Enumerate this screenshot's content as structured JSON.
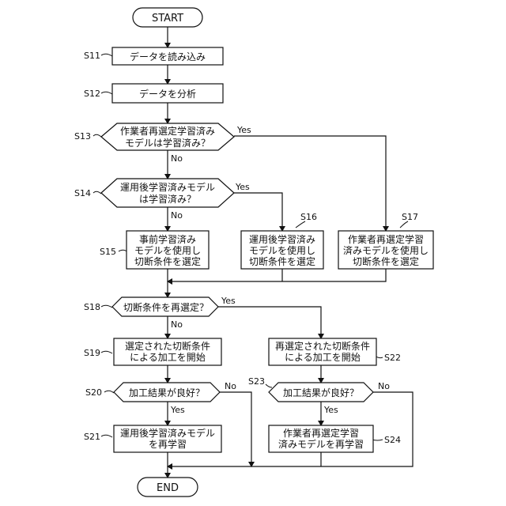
{
  "nodes": {
    "start": {
      "lines": [
        "START"
      ]
    },
    "s11": {
      "step": "S11",
      "lines": [
        "データを読み込み"
      ]
    },
    "s12": {
      "step": "S12",
      "lines": [
        "データを分析"
      ]
    },
    "s13": {
      "step": "S13",
      "lines": [
        "作業者再選定学習済み",
        "モデルは学習済み？"
      ]
    },
    "s14": {
      "step": "S14",
      "lines": [
        "運用後学習済みモデル",
        "は学習済み？"
      ]
    },
    "s15": {
      "step": "S15",
      "lines": [
        "事前学習済み",
        "モデルを使用し",
        "切断条件を選定"
      ]
    },
    "s16": {
      "step": "S16",
      "lines": [
        "運用後学習済み",
        "モデルを使用し",
        "切断条件を選定"
      ]
    },
    "s17": {
      "step": "S17",
      "lines": [
        "作業者再選定学習",
        "済みモデルを使用し",
        "切断条件を選定"
      ]
    },
    "s18": {
      "step": "S18",
      "lines": [
        "切断条件を再選定？"
      ]
    },
    "s19": {
      "step": "S19",
      "lines": [
        "選定された切断条件",
        "による加工を開始"
      ]
    },
    "s20": {
      "step": "S20",
      "lines": [
        "加工結果が良好？"
      ]
    },
    "s21": {
      "step": "S21",
      "lines": [
        "運用後学習済みモデル",
        "を再学習"
      ]
    },
    "s22": {
      "step": "S22",
      "lines": [
        "再選定された切断条件",
        "による加工を開始"
      ]
    },
    "s23": {
      "step": "S23",
      "lines": [
        "加工結果が良好？"
      ]
    },
    "s24": {
      "step": "S24",
      "lines": [
        "作業者再選定学習",
        "済みモデルを再学習"
      ]
    },
    "end": {
      "lines": [
        "END"
      ]
    }
  },
  "branches": {
    "yes": "Yes",
    "no": "No"
  }
}
